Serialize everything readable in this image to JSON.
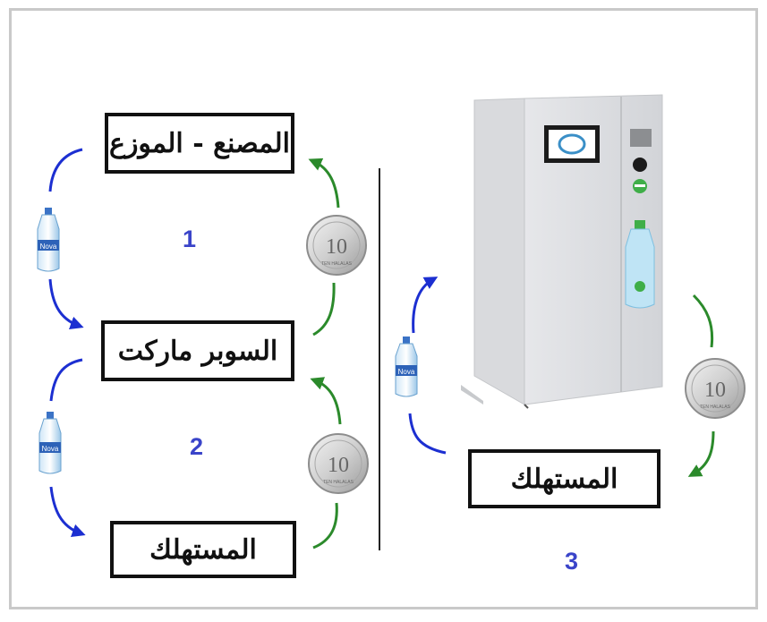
{
  "labels": {
    "factory": "المصنع - الموزع",
    "supermarket": "السوبر ماركت",
    "consumer_left": "المستهلك",
    "consumer_right": "المستهلك"
  },
  "steps": [
    "1",
    "2",
    "3"
  ],
  "coin": {
    "value": "10",
    "text": "TEN HALALAS"
  },
  "bottle": {
    "brand": "Nova"
  },
  "colors": {
    "blue_arrow": "#1c2fd1",
    "green_arrow": "#2b8a2b",
    "step_number": "#3a44c9",
    "frame": "#c9c9c9"
  }
}
